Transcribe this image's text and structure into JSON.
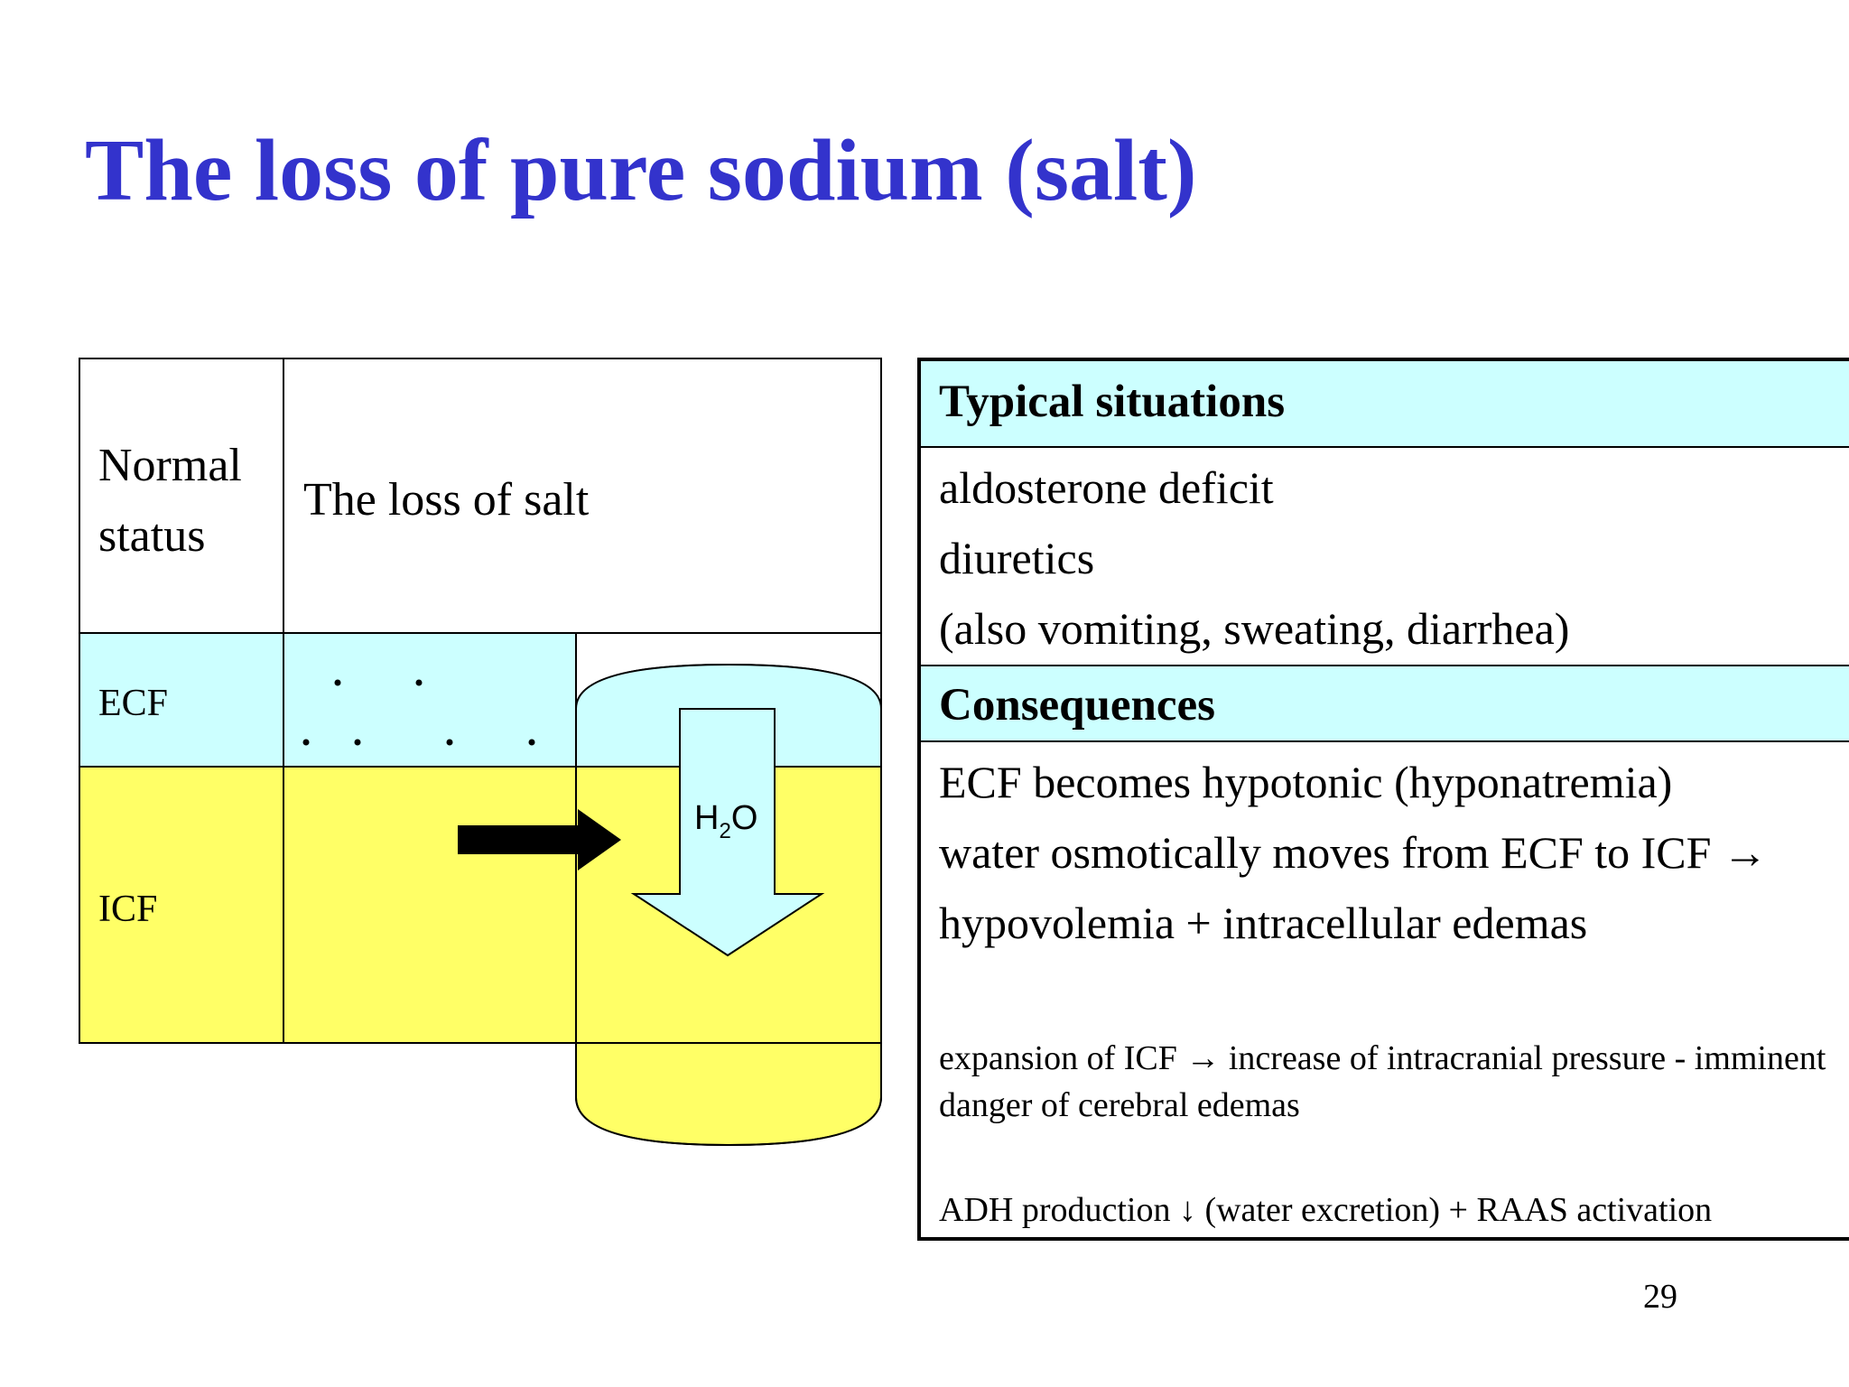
{
  "slide": {
    "title": "The loss of pure sodium (salt)",
    "page_number": "29"
  },
  "diagram": {
    "normal_line1": "Normal",
    "normal_line2": "status",
    "loss_header": "The loss of salt",
    "ecf_label": "ECF",
    "icf_label": "ICF",
    "water_label_main": "H",
    "water_label_sub": "2",
    "water_label_tail": "O",
    "colors": {
      "ecf": "#ccffff",
      "icf": "#ffff66",
      "title": "#3333cc"
    }
  },
  "panel": {
    "typical_heading": "Typical situations",
    "typical_items": [
      "aldosterone deficit",
      "diuretics",
      "(also vomiting, sweating, diarrhea)"
    ],
    "consequences_heading": "Consequences",
    "consequence_lines": [
      "ECF becomes hypotonic (hyponatremia)",
      "water osmotically moves from ECF to ICF →",
      "hypovolemia + intracellular edemas"
    ],
    "note_expansion": "expansion of ICF → increase of intracranial pressure - imminent danger of cerebral edemas",
    "note_adh": "ADH production ↓ (water excretion) + RAAS activation"
  }
}
